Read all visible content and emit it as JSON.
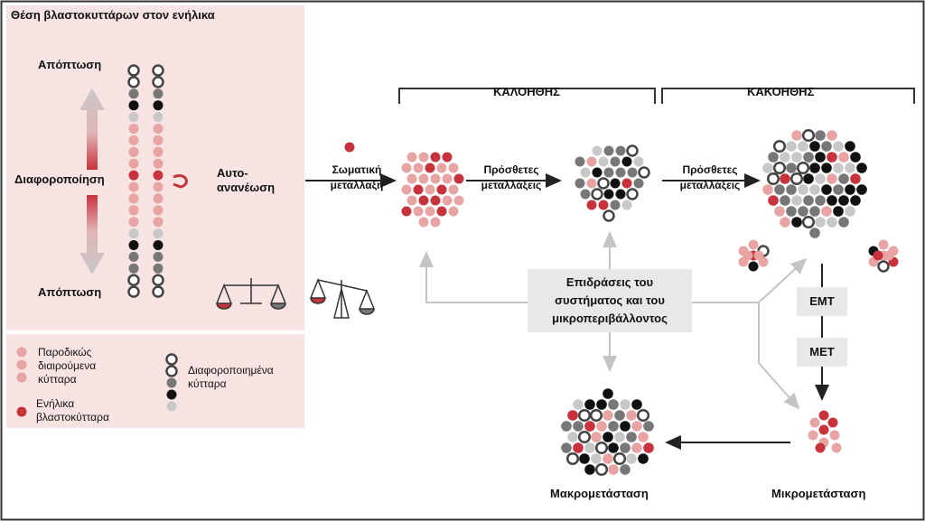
{
  "panel": {
    "title": "Θέση βλαστοκυττάρων στον ενήλικα",
    "apoptosis_top": "Απόπτωση",
    "differentiation": "Διαφοροποίηση",
    "self_renewal": "Αυτο-\nανανέωση",
    "apoptosis_bottom": "Απόπτωση"
  },
  "legend": {
    "transit": "Παροδικώς\nδιαιρούμενα\nκύτταρα",
    "adult_stem": "Ενήλικα\nβλαστοκύτταρα",
    "differentiated": "Διαφοροποιημένα\nκύτταρα"
  },
  "flow": {
    "benign": "ΚΑΛΟΗΘΗΣ",
    "malignant": "ΚΑΚΟΗΘΗΣ",
    "somatic_mutation": "Σωματική\nμετάλλαξη",
    "additional_1": "Πρόσθετες\nμεταλλάξεις",
    "additional_2": "Πρόσθετες\nμεταλλάξεις",
    "system_effects": "Επιδράσεις του\nσυστήματος και του\nμικροπεριβάλλοντος",
    "emt": "EMT",
    "met": "MET",
    "macrometastasis": "Μακρομετάσταση",
    "micrometastasis": "Μικρομετάσταση"
  },
  "colors": {
    "stem_red": "#c8323c",
    "transit_pink": "#e8a3a3",
    "black": "#111111",
    "dark_gray": "#777777",
    "light_gray": "#c8c8c8",
    "panel_bg": "#f7e4e2"
  }
}
